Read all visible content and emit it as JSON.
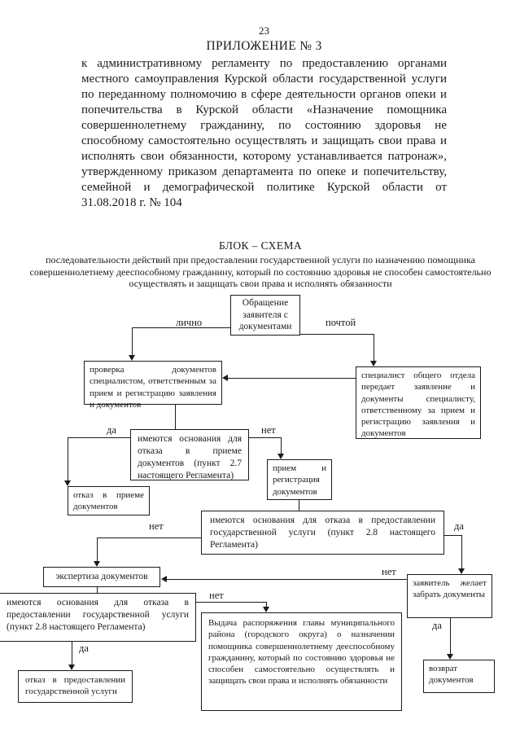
{
  "page": {
    "number": "23",
    "appendix_title": "ПРИЛОЖЕНИЕ № 3",
    "paragraph": "к административному регламенту по предоставлению органами местного самоуправления Курской области государственной услуги по переданному полномочию в сфере деятельности органов опеки и попечительства в Курской области «Назначение помощника совершеннолетнему гражданину, по состоянию здоровья не способному самостоятельно осуществлять и защищать свои права и исполнять свои обязанности, которому устанавливается патронаж», утвержденному приказом департамента по опеке и попечительству, семейной и демографической политике Курской области от 31.08.2018 г. № 104"
  },
  "flowchart": {
    "title": "БЛОК – СХЕМА",
    "subtitle": "последовательности действий при предоставлении государственной услуги по назначению помощника совершеннолетнему дееспособному гражданину, который по состоянию здоровья не способен самостоятельно осуществлять и защищать свои права и исполнять обязанности",
    "nodes": {
      "appeal": "Обращение заявителя с документами",
      "check": "проверка документов специалистом, ответственным за прием и регистрацию заявления и документов",
      "transfer": "специалист общего отдела передает заявление и документы специалисту, ответственному за прием и регистрацию заявления и документов",
      "grounds_refuse_acceptance": "имеются основания для отказа в приеме документов (пункт 2.7 настоящего Регламента)",
      "refuse_acceptance": "отказ в приеме документов",
      "registration": "прием и регистрация документов",
      "grounds_refuse_service": "имеются основания для отказа в предоставлении государственной услуги (пункт 2.8 настоящего Регламента)",
      "expertise": "экспертиза документов",
      "grounds_refuse_service_2": "имеются основания для отказа в предоставлении государственной услуги (пункт 2.8 настоящего Регламента)",
      "refuse_service": "отказ в предоставлении государственной услуги",
      "order_issue": "Выдача распоряжения главы муниципального района (городского округа) о назначении помощника совершеннолетнему дееспособному гражданину, который по состоянию здоровья не способен самостоятельно осуществлять и защищать свои права и исполнять обязанности",
      "wants_return": "заявитель желает забрать документы",
      "return_documents": "возврат документов"
    },
    "edge_labels": {
      "personally": "лично",
      "by_mail": "почтой",
      "yes": "да",
      "no": "нет"
    }
  }
}
